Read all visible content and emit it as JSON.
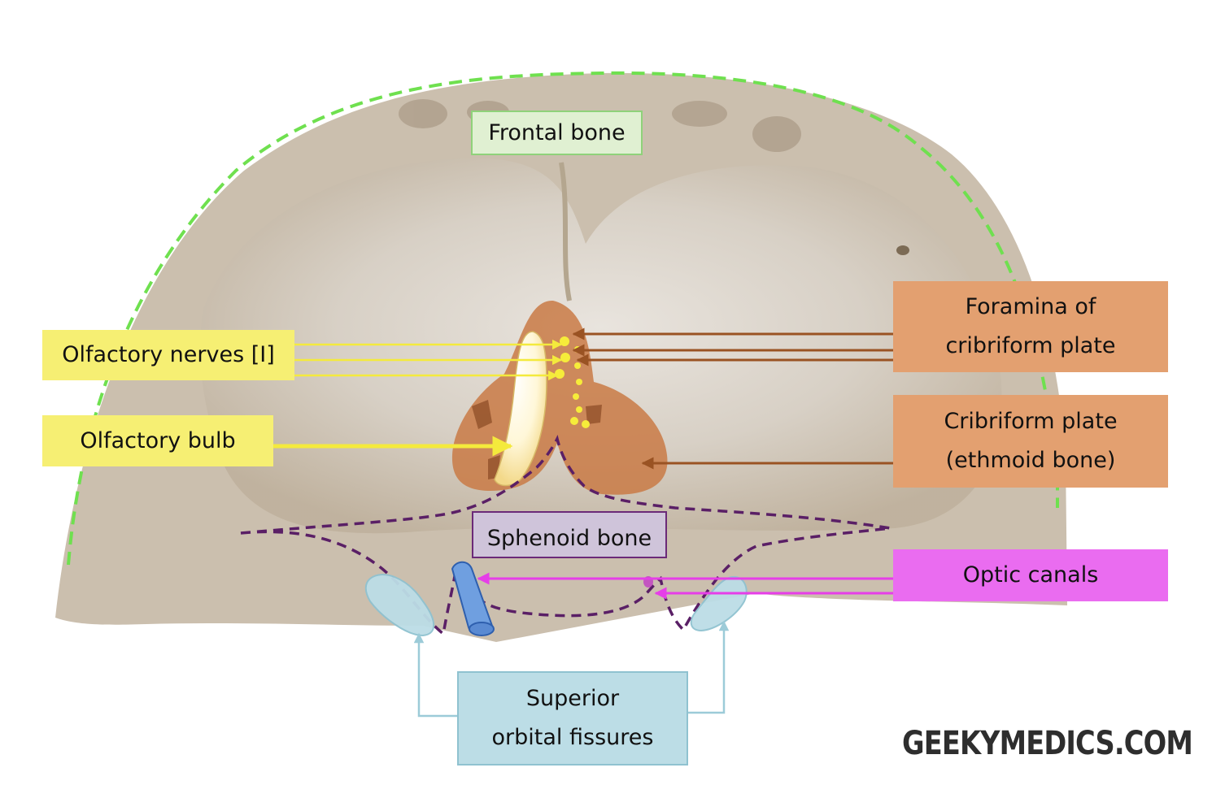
{
  "labels": {
    "frontal_bone": "Frontal bone",
    "olfactory_nerves": "Olfactory nerves [I]",
    "olfactory_bulb": "Olfactory bulb",
    "foramina": "Foramina of cribriform plate",
    "cribriform_plate": "Cribriform plate (ethmoid bone)",
    "sphenoid_bone": "Sphenoid bone",
    "optic_canals": "Optic canals",
    "superior_orbital_fissures": "Superior orbital fissures"
  },
  "brand": "GEEKYMEDICS.COM",
  "colors": {
    "bone": "#cbbfae",
    "cribriform": "#c97a45",
    "frontal_outline": "#6fe04f",
    "sphenoid_outline": "#5a1f66",
    "nerve_arrow": "#f4ea3c",
    "foramina_arrow": "#9a5323",
    "optic_arrow": "#e63ee8",
    "fissure_arrow": "#9ccbd8"
  }
}
